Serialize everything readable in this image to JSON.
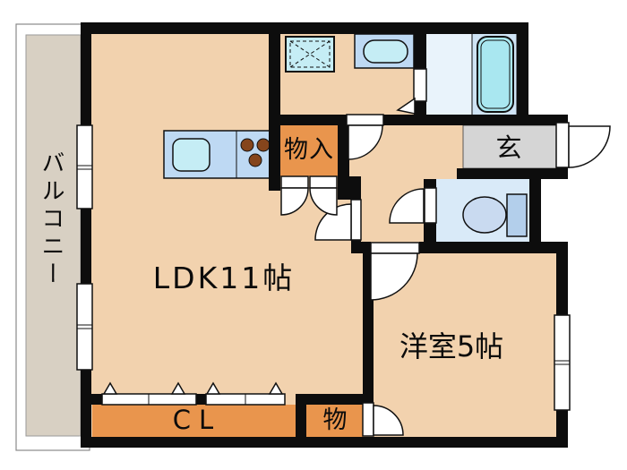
{
  "title": "apartment-floor-plan",
  "labels": {
    "balcony": "バルコニー",
    "ldk": "LDK11帖",
    "western_room": "洋室5帖",
    "hall_storage": "物入",
    "entrance": "玄",
    "closet": "CL",
    "small_storage": "物"
  },
  "fixtures": [
    "kitchen-sink",
    "gas-stove-burners",
    "washing-machine-pan",
    "washbasin",
    "bathtub",
    "toilet"
  ],
  "openings": [
    "balcony-window-upper",
    "balcony-window-lower",
    "western-room-window",
    "entrance-door",
    "washroom-door",
    "ldk-door",
    "toilet-door",
    "western-room-door",
    "hall-storage-double-door",
    "small-storage-door",
    "bathroom-folding-door",
    "closet-bifold-doors"
  ],
  "colors": {
    "wall": "#0d0d0d",
    "floor": "#f2d2ae",
    "closet_orange": "#e9954d",
    "entrance_gray": "#d5d5d5",
    "bath_floor": "#e9f3fb",
    "tub_surround": "#cfe4f5",
    "tub": "#a9e7f0",
    "toilet_floor": "#d9eaf8",
    "toilet_bowl": "#c9daf0",
    "toilet_tank": "#b3cfeb",
    "counter": "#bed9f3",
    "sink": "#c5edf5",
    "balcony": "#d8d0c3",
    "burner": "#85451c"
  }
}
